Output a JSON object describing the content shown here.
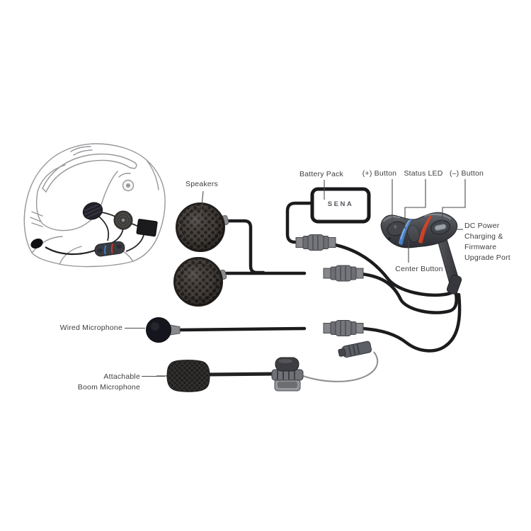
{
  "diagram": {
    "labels": {
      "speakers": "Speakers",
      "battery_pack": "Battery Pack",
      "plus_button": "(+) Button",
      "status_led": "Status LED",
      "minus_button": "(–) Button",
      "dc_port_line1": "DC Power",
      "dc_port_line2": "Charging &",
      "dc_port_line3": "Firmware",
      "dc_port_line4": "Upgrade Port",
      "center_button": "Center Button",
      "wired_microphone": "Wired Microphone",
      "boom_mic_line1": "Attachable",
      "boom_mic_line2": "Boom Microphone"
    },
    "battery": {
      "brand": "SENA"
    },
    "colors": {
      "accent_blue": "#2f6fc4",
      "accent_red": "#cc3a20",
      "cable": "#1c1c1e",
      "unit_body": "#44464b",
      "connector_gray": "#74767b",
      "leader_line": "#4c4c4e",
      "helmet_line": "#97979b",
      "label_text": "#3e3e40"
    }
  }
}
